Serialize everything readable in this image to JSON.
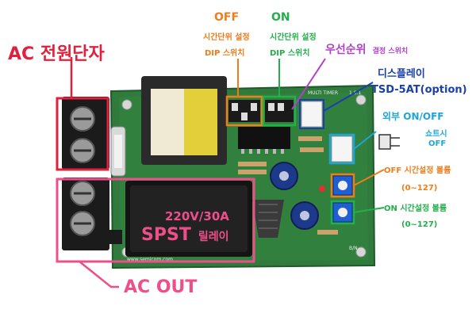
{
  "title_power": "AC 전원단자",
  "label_ac_out": "AC OUT",
  "relay": {
    "rating": "220V/30A",
    "type": "SPST",
    "suffix": "릴레이"
  },
  "off_block": {
    "heading": "OFF",
    "line1": "시간단위 설정",
    "line2": "DIP 스위치"
  },
  "on_block": {
    "heading": "ON",
    "line1": "시간단위 설정",
    "line2": "DIP 스위치"
  },
  "priority_label": "우선순위",
  "priority_suffix": "결정 스위치",
  "display_label": "디스플레이",
  "display_model": "TSD-5AT(option)",
  "external_label": "외부 ON/OFF",
  "short_label": "쇼트시",
  "short_off": "OFF",
  "off_volume": {
    "label": "OFF 시간설정 볼륨",
    "range": "(0~127)"
  },
  "on_volume": {
    "label": "ON 시간설정 볼륨",
    "range": "(0~127)"
  },
  "board_silk": {
    "top_right": "MULTI TIMER",
    "rev": "1.0.1",
    "bottom_left": "www.semicom.com",
    "bottom_right": "B/N"
  },
  "colors": {
    "red": "#e0203c",
    "pink": "#ee4f8a",
    "orange": "#f07c1a",
    "green": "#22b04a",
    "purple": "#b23fc8",
    "blue": "#1a3fae",
    "cyan": "#1ea6d8",
    "pcb": "#2f7a3c"
  }
}
